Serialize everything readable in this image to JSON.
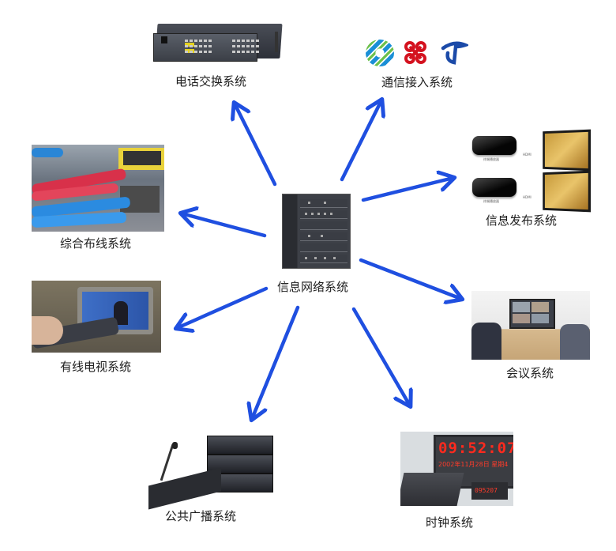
{
  "diagram": {
    "type": "hub-and-spoke",
    "center": {
      "id": "info-network",
      "label": "信息网络系统",
      "image": "core-network-switch-chassis"
    },
    "nodes": [
      {
        "id": "telephone-exchange",
        "label": "电话交换系统",
        "image": "pbx-rack-unit",
        "direction": "top-left"
      },
      {
        "id": "communication-access",
        "label": "通信接入系统",
        "image": "carrier-logos (China Mobile, China Unicom, China Telecom)",
        "direction": "top-right"
      },
      {
        "id": "info-publishing",
        "label": "信息发布系统",
        "image": "players-with-displays",
        "direction": "right-upper"
      },
      {
        "id": "structured-cabling",
        "label": "综合布线系统",
        "image": "patch-panel-cables",
        "direction": "left-upper"
      },
      {
        "id": "conference",
        "label": "会议系统",
        "image": "video-conference-room",
        "direction": "right-lower"
      },
      {
        "id": "cable-tv",
        "label": "有线电视系统",
        "image": "tv-remote",
        "direction": "left-lower"
      },
      {
        "id": "public-address",
        "label": "公共广播系统",
        "image": "paging-microphone-and-amplifiers",
        "direction": "bottom-left"
      },
      {
        "id": "clock-system",
        "label": "时钟系统",
        "image": "digital-clock-display",
        "direction": "bottom-right"
      }
    ],
    "edges": [
      {
        "from": "info-network",
        "to": "telephone-exchange"
      },
      {
        "from": "info-network",
        "to": "communication-access"
      },
      {
        "from": "info-network",
        "to": "info-publishing"
      },
      {
        "from": "info-network",
        "to": "structured-cabling"
      },
      {
        "from": "info-network",
        "to": "conference"
      },
      {
        "from": "info-network",
        "to": "cable-tv"
      },
      {
        "from": "info-network",
        "to": "public-address"
      },
      {
        "from": "info-network",
        "to": "clock-system"
      }
    ],
    "arrow_color": "#1f4fe0"
  },
  "image_text": {
    "player_caption": "终端播放器",
    "hdmi": "HDMI",
    "clock_time": "09:52:07",
    "clock_date": "2002年11月28日 星期4",
    "clock_sub": "095207"
  }
}
